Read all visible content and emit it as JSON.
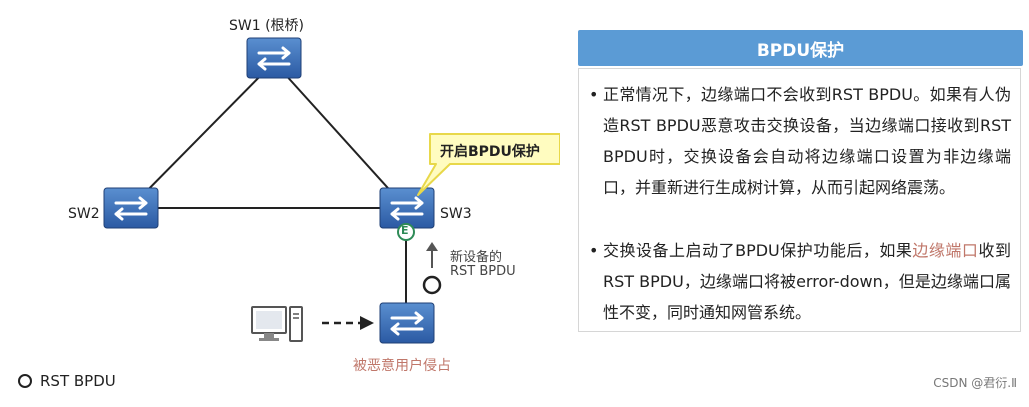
{
  "diagram": {
    "sw1_label": "SW1 (根桥)",
    "sw2_label": "SW2",
    "sw3_label": "SW3",
    "callout": "开启BPDU保护",
    "edge_port_mark": "E",
    "new_bpdu_line1": "新设备的",
    "new_bpdu_line2": "RST BPDU",
    "attacker_label": "被恶意用户侵占",
    "legend_label": "RST BPDU"
  },
  "panel": {
    "title": "BPDU保护",
    "para1": "正常情况下，边缘端口不会收到RST  BPDU。如果有人伪造RST  BPDU恶意攻击交换设备，当边缘端口接收到RST  BPDU时，交换设备会自动将边缘端口设置为非边缘端口，并重新进行生成树计算，从而引起网络震荡。",
    "para2_a": "交换设备上启动了BPDU保护功能后，如果",
    "para2_highlight": "边缘端口",
    "para2_b": "收到RST  BPDU，边缘端口将被error-down，但是边缘端口属性不变，同时通知网管系统。"
  },
  "watermark": "CSDN @君衍.Ⅱ"
}
